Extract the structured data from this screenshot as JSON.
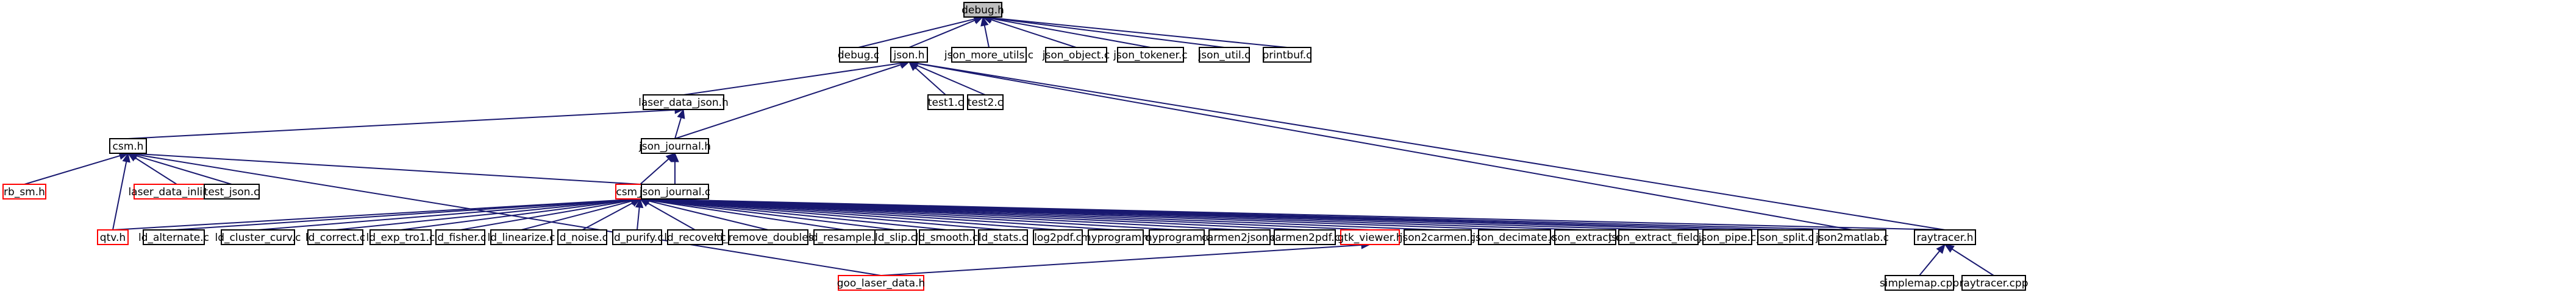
{
  "colors": {
    "edge": "#191970",
    "red_border": "#ff0000",
    "current_fill": "#bfbfbf"
  },
  "nodes": [
    {
      "id": "debug_h",
      "label": "debug.h",
      "current": true
    },
    {
      "id": "debug_c",
      "label": "debug.c"
    },
    {
      "id": "json_h",
      "label": "json.h"
    },
    {
      "id": "json_more_utils_c",
      "label": "json_more_utils.c"
    },
    {
      "id": "json_object_c",
      "label": "json_object.c"
    },
    {
      "id": "json_tokener_c",
      "label": "json_tokener.c"
    },
    {
      "id": "json_util_c",
      "label": "json_util.c"
    },
    {
      "id": "printbuf_c",
      "label": "printbuf.c"
    },
    {
      "id": "laser_data_json_h",
      "label": "laser_data_json.h"
    },
    {
      "id": "test1_c",
      "label": "test1.c"
    },
    {
      "id": "test2_c",
      "label": "test2.c"
    },
    {
      "id": "csm_h",
      "label": "csm.h"
    },
    {
      "id": "json_journal_h",
      "label": "json_journal.h"
    },
    {
      "id": "rb_sm_h",
      "label": "rb_sm.h",
      "red": true
    },
    {
      "id": "laser_data_inline_h",
      "label": "laser_data_inline.h",
      "red": true
    },
    {
      "id": "test_json_c",
      "label": "test_json.c"
    },
    {
      "id": "csm_all_h",
      "label": "csm_all.h",
      "red": true
    },
    {
      "id": "json_journal_c",
      "label": "json_journal.c"
    },
    {
      "id": "qtv_h",
      "label": "qtv.h",
      "red": true
    },
    {
      "id": "ld_alternate_c",
      "label": "ld_alternate.c"
    },
    {
      "id": "ld_cluster_curv_c",
      "label": "ld_cluster_curv.c"
    },
    {
      "id": "ld_correct_c",
      "label": "ld_correct.c"
    },
    {
      "id": "ld_exp_tro1_c",
      "label": "ld_exp_tro1.c"
    },
    {
      "id": "ld_fisher_c",
      "label": "ld_fisher.c"
    },
    {
      "id": "ld_linearize_c",
      "label": "ld_linearize.c"
    },
    {
      "id": "ld_noise_c",
      "label": "ld_noise.c"
    },
    {
      "id": "ld_purify_c",
      "label": "ld_purify.c"
    },
    {
      "id": "ld_recover_c",
      "label": "ld_recover.c"
    },
    {
      "id": "ld_remove_doubles_c",
      "label": "ld_remove_doubles.c"
    },
    {
      "id": "ld_resample_c",
      "label": "ld_resample.c"
    },
    {
      "id": "ld_slip_c",
      "label": "ld_slip.c"
    },
    {
      "id": "ld_smooth_c",
      "label": "ld_smooth.c"
    },
    {
      "id": "ld_stats_c",
      "label": "ld_stats.c"
    },
    {
      "id": "log2pdf_c",
      "label": "log2pdf.c"
    },
    {
      "id": "myprogram_c_1",
      "label": "myprogram.c"
    },
    {
      "id": "myprogram_c_2",
      "label": "myprogram.c"
    },
    {
      "id": "carmen2json_c",
      "label": "carmen2json.c"
    },
    {
      "id": "carmen2pdf_c",
      "label": "carmen2pdf.c"
    },
    {
      "id": "gtk_viewer_h",
      "label": "gtk_viewer.h",
      "red": true
    },
    {
      "id": "json2carmen_c",
      "label": "json2carmen.c"
    },
    {
      "id": "json_decimate_c",
      "label": "json_decimate.c"
    },
    {
      "id": "json_extract_c",
      "label": "json_extract.c"
    },
    {
      "id": "json_extract_field_c",
      "label": "json_extract_field.c"
    },
    {
      "id": "json_pipe_c",
      "label": "json_pipe.c"
    },
    {
      "id": "json_split_c",
      "label": "json_split.c"
    },
    {
      "id": "json2matlab_c",
      "label": "json2matlab.c"
    },
    {
      "id": "raytracer_h",
      "label": "raytracer.h"
    },
    {
      "id": "goo_laser_data_h",
      "label": "goo_laser_data.h",
      "red": true
    },
    {
      "id": "simplemap_cpp",
      "label": "simplemap.cpp"
    },
    {
      "id": "raytracer_cpp",
      "label": "raytracer.cpp"
    }
  ],
  "edges": [
    [
      "debug_c",
      "debug_h"
    ],
    [
      "json_h",
      "debug_h"
    ],
    [
      "json_more_utils_c",
      "debug_h"
    ],
    [
      "json_object_c",
      "debug_h"
    ],
    [
      "json_tokener_c",
      "debug_h"
    ],
    [
      "json_util_c",
      "debug_h"
    ],
    [
      "printbuf_c",
      "debug_h"
    ],
    [
      "laser_data_json_h",
      "json_h"
    ],
    [
      "test1_c",
      "json_h"
    ],
    [
      "test2_c",
      "json_h"
    ],
    [
      "json_journal_h",
      "json_h"
    ],
    [
      "json2matlab_c",
      "json_h"
    ],
    [
      "raytracer_h",
      "json_h"
    ],
    [
      "csm_h",
      "laser_data_json_h"
    ],
    [
      "json_journal_h",
      "laser_data_json_h"
    ],
    [
      "rb_sm_h",
      "csm_h"
    ],
    [
      "laser_data_inline_h",
      "csm_h"
    ],
    [
      "test_json_c",
      "csm_h"
    ],
    [
      "csm_all_h",
      "csm_h"
    ],
    [
      "qtv_h",
      "csm_h"
    ],
    [
      "goo_laser_data_h",
      "csm_h"
    ],
    [
      "csm_all_h",
      "json_journal_h"
    ],
    [
      "json_journal_c",
      "json_journal_h"
    ],
    [
      "qtv_h",
      "csm_all_h"
    ],
    [
      "ld_alternate_c",
      "csm_all_h"
    ],
    [
      "ld_cluster_curv_c",
      "csm_all_h"
    ],
    [
      "ld_correct_c",
      "csm_all_h"
    ],
    [
      "ld_exp_tro1_c",
      "csm_all_h"
    ],
    [
      "ld_fisher_c",
      "csm_all_h"
    ],
    [
      "ld_linearize_c",
      "csm_all_h"
    ],
    [
      "ld_noise_c",
      "csm_all_h"
    ],
    [
      "ld_purify_c",
      "csm_all_h"
    ],
    [
      "ld_recover_c",
      "csm_all_h"
    ],
    [
      "ld_remove_doubles_c",
      "csm_all_h"
    ],
    [
      "ld_resample_c",
      "csm_all_h"
    ],
    [
      "ld_slip_c",
      "csm_all_h"
    ],
    [
      "ld_smooth_c",
      "csm_all_h"
    ],
    [
      "ld_stats_c",
      "csm_all_h"
    ],
    [
      "log2pdf_c",
      "csm_all_h"
    ],
    [
      "myprogram_c_1",
      "csm_all_h"
    ],
    [
      "myprogram_c_2",
      "csm_all_h"
    ],
    [
      "carmen2json_c",
      "csm_all_h"
    ],
    [
      "carmen2pdf_c",
      "csm_all_h"
    ],
    [
      "gtk_viewer_h",
      "csm_all_h"
    ],
    [
      "json2carmen_c",
      "csm_all_h"
    ],
    [
      "json_decimate_c",
      "csm_all_h"
    ],
    [
      "json_extract_c",
      "csm_all_h"
    ],
    [
      "json_extract_field_c",
      "csm_all_h"
    ],
    [
      "json_pipe_c",
      "csm_all_h"
    ],
    [
      "json_split_c",
      "csm_all_h"
    ],
    [
      "json2matlab_c",
      "csm_all_h"
    ],
    [
      "raytracer_h",
      "csm_all_h"
    ],
    [
      "goo_laser_data_h",
      "gtk_viewer_h"
    ],
    [
      "simplemap_cpp",
      "raytracer_h"
    ],
    [
      "raytracer_cpp",
      "raytracer_h"
    ]
  ]
}
